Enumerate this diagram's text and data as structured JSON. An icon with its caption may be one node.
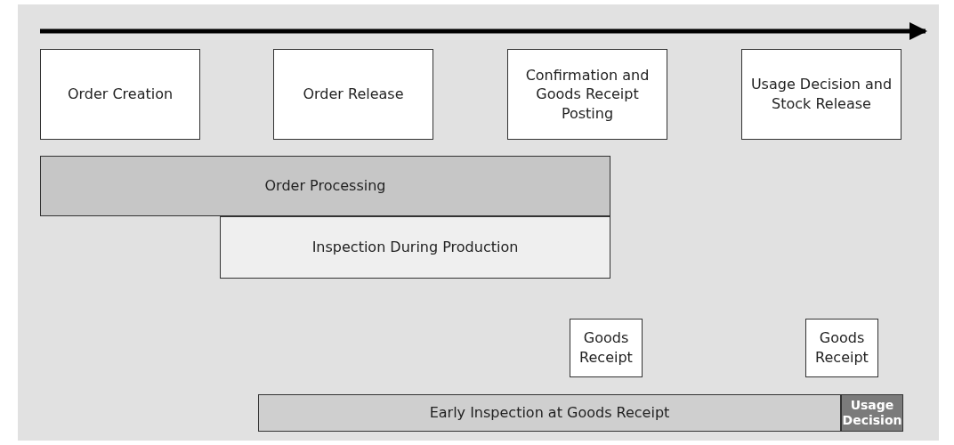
{
  "diagram": {
    "nodes": [
      {
        "text": [
          "Order Creation"
        ]
      },
      {
        "text": [
          "Order Release"
        ]
      },
      {
        "text": [
          "Confirmation and Goods Receipt Posting"
        ]
      },
      {
        "text": [
          "Usage Decision and Stock Release"
        ]
      },
      {
        "text": [
          "Order Processing"
        ]
      },
      {
        "text": [
          "Inspection During Production"
        ]
      },
      {
        "text": [
          "Goods Receipt"
        ]
      },
      {
        "text": [
          "Goods Receipt"
        ]
      },
      {
        "text": [
          "Early Inspection at Goods Receipt"
        ]
      },
      {
        "text": [
          "Usage Decision"
        ]
      }
    ],
    "edges": []
  }
}
